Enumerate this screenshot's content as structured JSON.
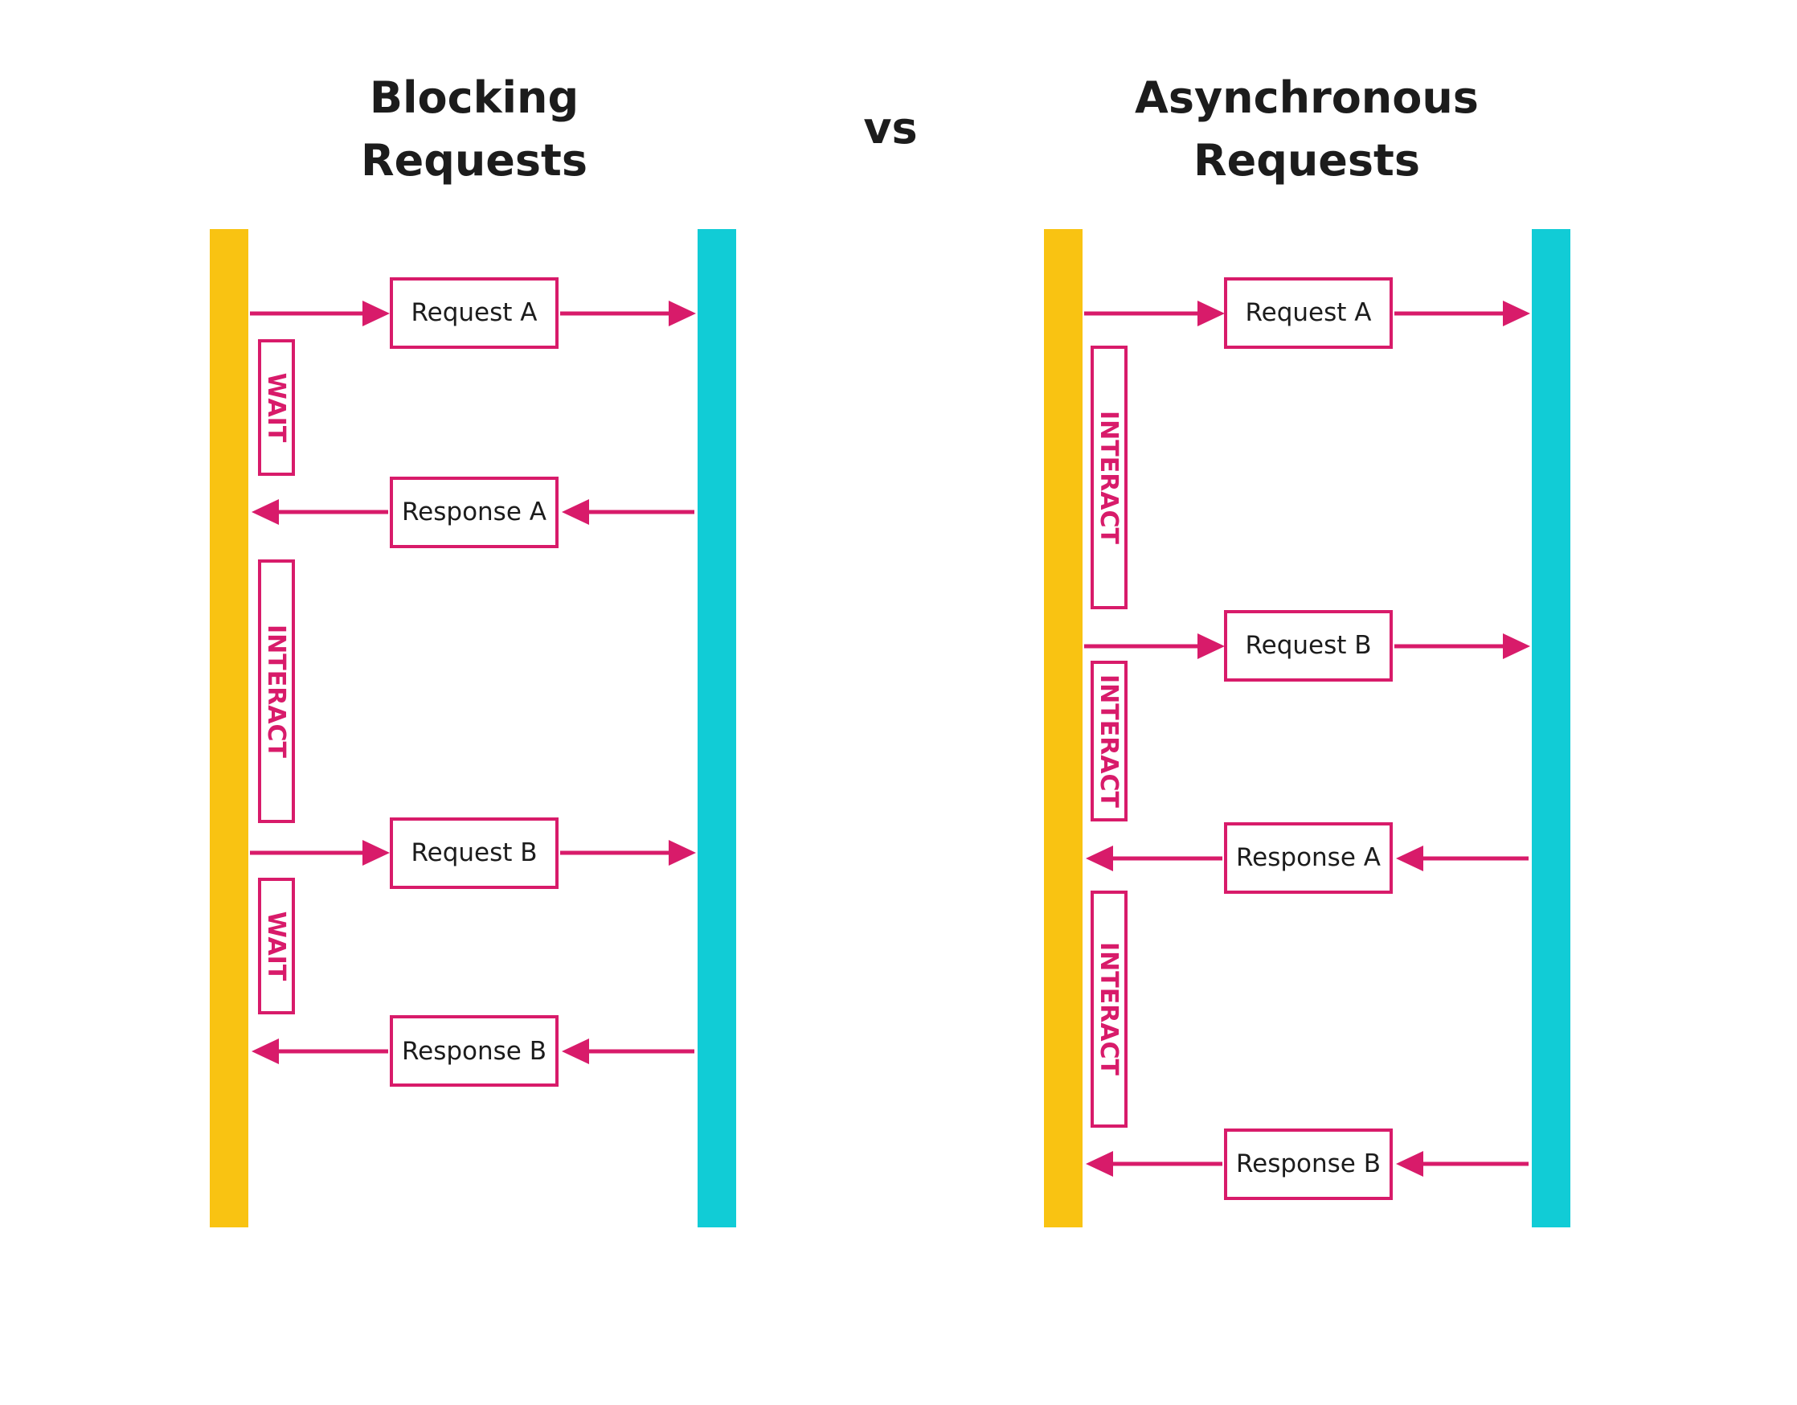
{
  "colors": {
    "client_lane": "#f9c312",
    "server_lane": "#11ccd6",
    "accent": "#d81b6a",
    "text": "#1c1c1c"
  },
  "titles": {
    "left": [
      "Blocking",
      "Requests"
    ],
    "vs": "vs",
    "right": [
      "Asynchronous",
      "Requests"
    ]
  },
  "panels": {
    "blocking": {
      "messages": [
        {
          "label": "Request A",
          "direction": "to-server"
        },
        {
          "label": "Response A",
          "direction": "to-client"
        },
        {
          "label": "Request B",
          "direction": "to-server"
        },
        {
          "label": "Response B",
          "direction": "to-client"
        }
      ],
      "states": [
        "WAIT",
        "INTERACT",
        "WAIT"
      ]
    },
    "async": {
      "messages": [
        {
          "label": "Request A",
          "direction": "to-server"
        },
        {
          "label": "Request B",
          "direction": "to-server"
        },
        {
          "label": "Response A",
          "direction": "to-client"
        },
        {
          "label": "Response B",
          "direction": "to-client"
        }
      ],
      "states": [
        "INTERACT",
        "INTERACT",
        "INTERACT"
      ]
    }
  }
}
